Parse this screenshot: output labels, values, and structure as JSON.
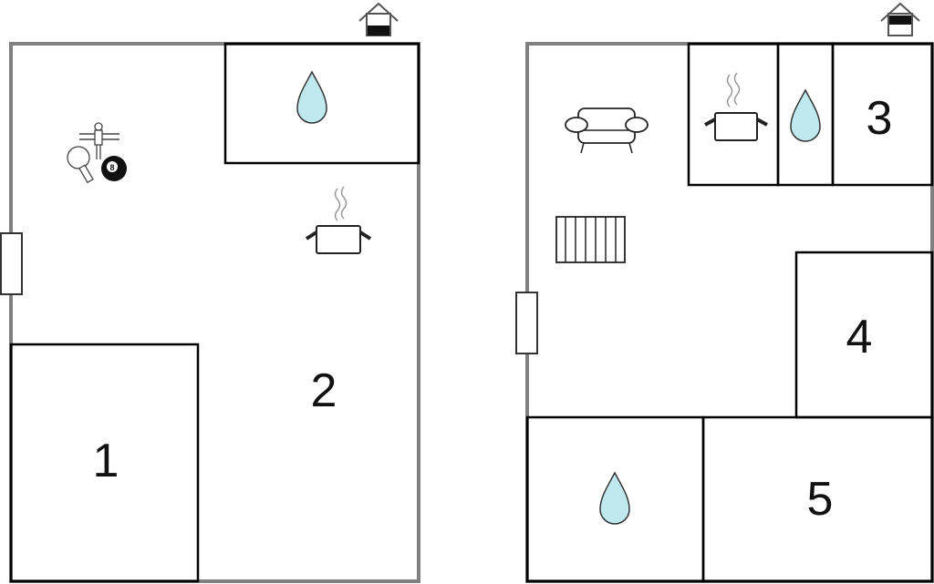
{
  "floors": [
    {
      "id": "floor-1",
      "level_icon": "house-level-lower-icon",
      "rooms": [
        {
          "label": "1"
        },
        {
          "label": "2"
        }
      ],
      "icons": [
        "water-drop-icon",
        "cooking-pot-icon",
        "table-football-icon",
        "table-tennis-icon",
        "billiard-8-ball-icon",
        "window-icon"
      ],
      "billiard_ball_label": "8"
    },
    {
      "id": "floor-2",
      "level_icon": "house-level-upper-icon",
      "rooms": [
        {
          "label": "3"
        },
        {
          "label": "4"
        },
        {
          "label": "5"
        }
      ],
      "icons": [
        "sofa-icon",
        "cooking-pot-icon",
        "water-drop-icon",
        "water-drop-icon",
        "stairs-icon",
        "window-icon"
      ]
    }
  ],
  "colors": {
    "outer_wall": "#808080",
    "inner_wall": "#000000",
    "water": "#bfe9ef",
    "steam": "#999999"
  }
}
